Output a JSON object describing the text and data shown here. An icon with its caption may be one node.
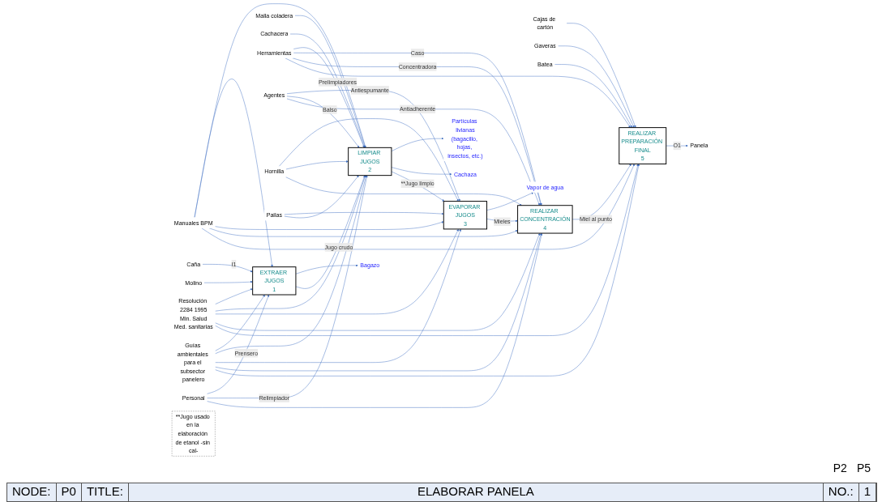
{
  "diagram": {
    "nodes": [
      {
        "text": [
          "EXTRAER JUGOS",
          "1"
        ]
      },
      {
        "text": [
          "LIMPIAR JUGOS",
          "2"
        ]
      },
      {
        "text": [
          "EVAPORAR JUGOS",
          "3"
        ]
      },
      {
        "text": [
          "REALIZAR CONCENTRACIÓN",
          "4"
        ]
      },
      {
        "text": [
          "REALIZAR PREPARACIÓN FINAL",
          "5"
        ]
      },
      {
        "text": [
          "Manuales BPM"
        ]
      },
      {
        "text": [
          "Resolución 2284 1995",
          "Min. Salud",
          "Med. sanitarias"
        ]
      },
      {
        "text": [
          "Guías ambientales para el subsector panelero"
        ]
      },
      {
        "text": [
          "Caña"
        ]
      },
      {
        "text": [
          "Bagazo"
        ]
      },
      {
        "text": [
          "Partículas livianas",
          "(bagacillo, hojas, insectos, etc.)"
        ]
      },
      {
        "text": [
          "Cachaza"
        ]
      },
      {
        "text": [
          "Vapor de agua"
        ]
      },
      {
        "text": [
          "Panela"
        ]
      },
      {
        "text": [
          "Molino"
        ]
      },
      {
        "text": [
          "Personal"
        ]
      },
      {
        "text": [
          "Malla coladera"
        ]
      },
      {
        "text": [
          "Cachacera"
        ]
      },
      {
        "text": [
          "Herramientas"
        ]
      },
      {
        "text": [
          "Agentes"
        ]
      },
      {
        "text": [
          "Hornilla"
        ]
      },
      {
        "text": [
          "Pailas"
        ]
      },
      {
        "text": [
          "Cajas de cartón"
        ]
      },
      {
        "text": [
          "Gaveras"
        ]
      },
      {
        "text": [
          "Batea"
        ]
      },
      {
        "text": [
          "**Jugo usado en la elaboración de etanol -sin cal-"
        ]
      }
    ],
    "edges": [
      {
        "from": 5,
        "to": 0,
        "arrow": "to"
      },
      {
        "from": 5,
        "to": 1,
        "arrow": "to"
      },
      {
        "from": 5,
        "to": 2,
        "arrow": "to"
      },
      {
        "from": 5,
        "to": 3,
        "arrow": "to"
      },
      {
        "from": 5,
        "to": 4,
        "arrow": "to"
      },
      {
        "from": 6,
        "to": 0,
        "arrow": "to"
      },
      {
        "from": 6,
        "to": 1,
        "arrow": "to"
      },
      {
        "from": 6,
        "to": 2,
        "arrow": "to"
      },
      {
        "from": 6,
        "to": 3,
        "arrow": "to"
      },
      {
        "from": 6,
        "to": 4,
        "arrow": "to"
      },
      {
        "from": 7,
        "to": 0,
        "arrow": "to"
      },
      {
        "from": 7,
        "to": 1,
        "arrow": "to"
      },
      {
        "from": 7,
        "to": 2,
        "arrow": "to"
      },
      {
        "from": 7,
        "to": 3,
        "arrow": "to"
      },
      {
        "from": 7,
        "to": 4,
        "arrow": "to"
      },
      {
        "from": 8,
        "to": 0,
        "arrow": "to",
        "label": "I1"
      },
      {
        "from": 0,
        "to": 9,
        "arrow": "to"
      },
      {
        "from": 0,
        "to": 1,
        "arrow": "to",
        "label": "Jugo crudo"
      },
      {
        "from": 1,
        "to": 10,
        "arrow": "to"
      },
      {
        "from": 1,
        "to": 11,
        "arrow": "to"
      },
      {
        "from": 1,
        "to": 2,
        "arrow": "to",
        "label": "**Jugo limpio"
      },
      {
        "from": 2,
        "to": 12,
        "arrow": "to"
      },
      {
        "from": 2,
        "to": 3,
        "arrow": "to",
        "label": "Mieles"
      },
      {
        "from": 3,
        "to": 4,
        "arrow": "to",
        "label": "Miel al punto"
      },
      {
        "from": 4,
        "to": 13,
        "arrow": "to",
        "label": "O1"
      },
      {
        "from": 14,
        "to": 0,
        "arrow": "to"
      },
      {
        "from": 15,
        "to": 0,
        "arrow": "to",
        "label": "Prensero"
      },
      {
        "from": 15,
        "to": 1,
        "arrow": "to",
        "label": "Relimpiador"
      },
      {
        "from": 15,
        "to": 3,
        "arrow": "to"
      },
      {
        "from": 16,
        "to": 1,
        "arrow": "to"
      },
      {
        "from": 17,
        "to": 1,
        "arrow": "to"
      },
      {
        "from": 18,
        "to": 1,
        "arrow": "to",
        "label": "Prelimpiadores"
      },
      {
        "from": 18,
        "to": 3,
        "arrow": "to",
        "label": "Caso"
      },
      {
        "from": 18,
        "to": 3,
        "arrow": "to",
        "label": "Concentradora"
      },
      {
        "from": 18,
        "to": 4,
        "arrow": "to"
      },
      {
        "from": 19,
        "to": 2,
        "arrow": "to",
        "label": "Antiespumante"
      },
      {
        "from": 19,
        "to": 1,
        "arrow": "to",
        "label": "Balso"
      },
      {
        "from": 19,
        "to": 3,
        "arrow": "to",
        "label": "Antiadherente"
      },
      {
        "from": 20,
        "to": 2,
        "arrow": "to"
      },
      {
        "from": 20,
        "to": 1,
        "arrow": "to"
      },
      {
        "from": 20,
        "to": 3,
        "arrow": "to"
      },
      {
        "from": 21,
        "to": 2,
        "arrow": "to"
      },
      {
        "from": 21,
        "to": 1,
        "arrow": "to"
      },
      {
        "from": 22,
        "to": 4,
        "arrow": "to"
      },
      {
        "from": 23,
        "to": 4,
        "arrow": "to"
      },
      {
        "from": 24,
        "to": 4,
        "arrow": "to"
      }
    ],
    "labels": [
      "P2",
      "P5",
      "NODE:",
      "P0",
      "TITLE:",
      "ELABORAR PANELA",
      "NO.:",
      "1"
    ]
  }
}
